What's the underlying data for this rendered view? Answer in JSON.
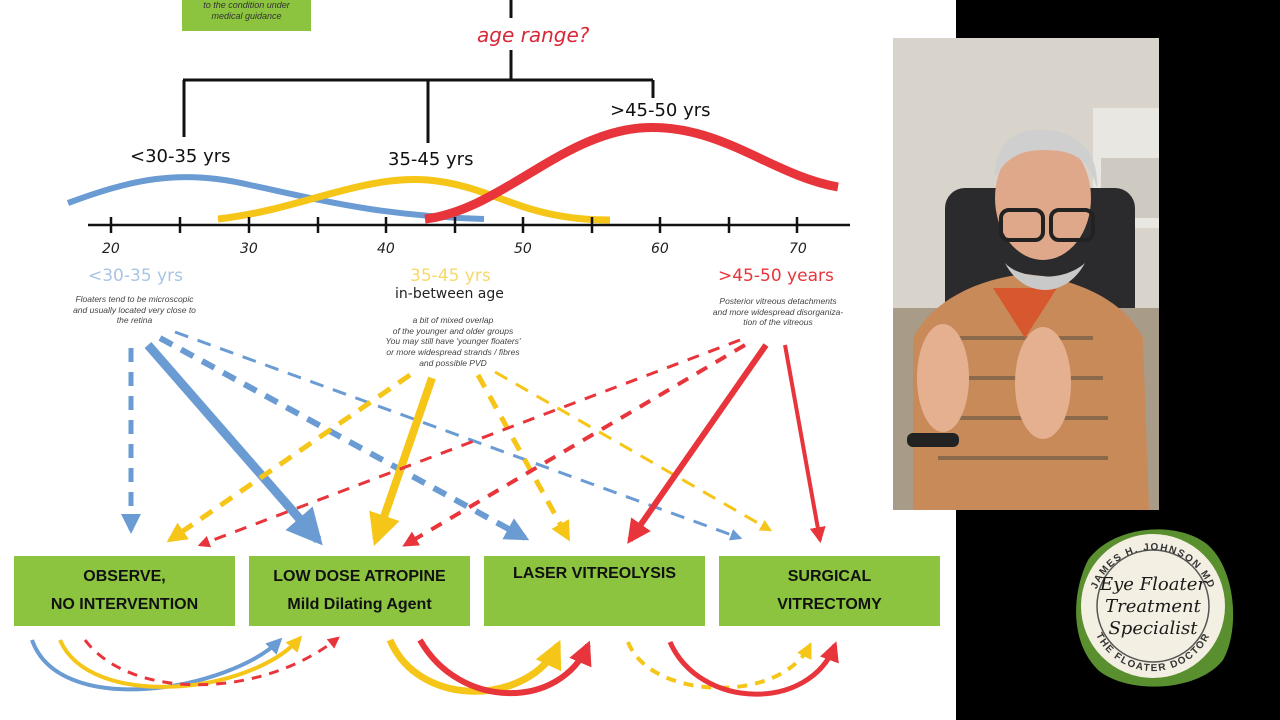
{
  "diagram": {
    "top_note_lines": [
      "to the condition under",
      "medical guidance"
    ],
    "question": "age range?",
    "groups": {
      "young": {
        "curve_label": "<30-35 yrs",
        "header": "<30-35 yrs",
        "color": "#6a9bd3",
        "note_lines": [
          "Floaters tend to be microscopic",
          "and usually located very close to",
          "the retina"
        ]
      },
      "middle": {
        "curve_label": "35-45 yrs",
        "header": "35-45 yrs",
        "subheader": "in-between age",
        "color": "#f5c518",
        "note_lines": [
          "a bit of mixed overlap",
          "of the younger and older groups",
          "You may still have 'younger floaters'",
          "or more widespread strands / fibres",
          "and possible PVD"
        ]
      },
      "older": {
        "curve_label": ">45-50 yrs",
        "header": ">45-50 years",
        "color": "#e8343b",
        "note_lines": [
          "Posterior vitreous detachments",
          "and more widespread disorganiza-",
          "tion of the vitreous"
        ]
      }
    },
    "axis_ticks": [
      "20",
      "30",
      "40",
      "50",
      "60",
      "70"
    ],
    "treatments": [
      {
        "line1": "OBSERVE,",
        "line2": "NO INTERVENTION"
      },
      {
        "line1": "LOW DOSE ATROPINE",
        "line2": "Mild Dilating Agent"
      },
      {
        "line1": "LASER VITREOLYSIS",
        "line2": ""
      },
      {
        "line1": "SURGICAL",
        "line2": "VITRECTOMY"
      }
    ],
    "colors": {
      "box_green": "#8cc43f",
      "blue": "#6a9bd3",
      "yellow": "#f5c518",
      "red": "#e8343b",
      "question_red": "#d8283a"
    }
  },
  "badge": {
    "ring_top": "JAMES H. JOHNSON MD",
    "ring_bottom": "THE FLOATER DOCTOR",
    "center_lines": [
      "Eye Floater",
      "Treatment",
      "Specialist"
    ]
  },
  "webcam": {
    "description_icon": "presenter-video-icon"
  }
}
